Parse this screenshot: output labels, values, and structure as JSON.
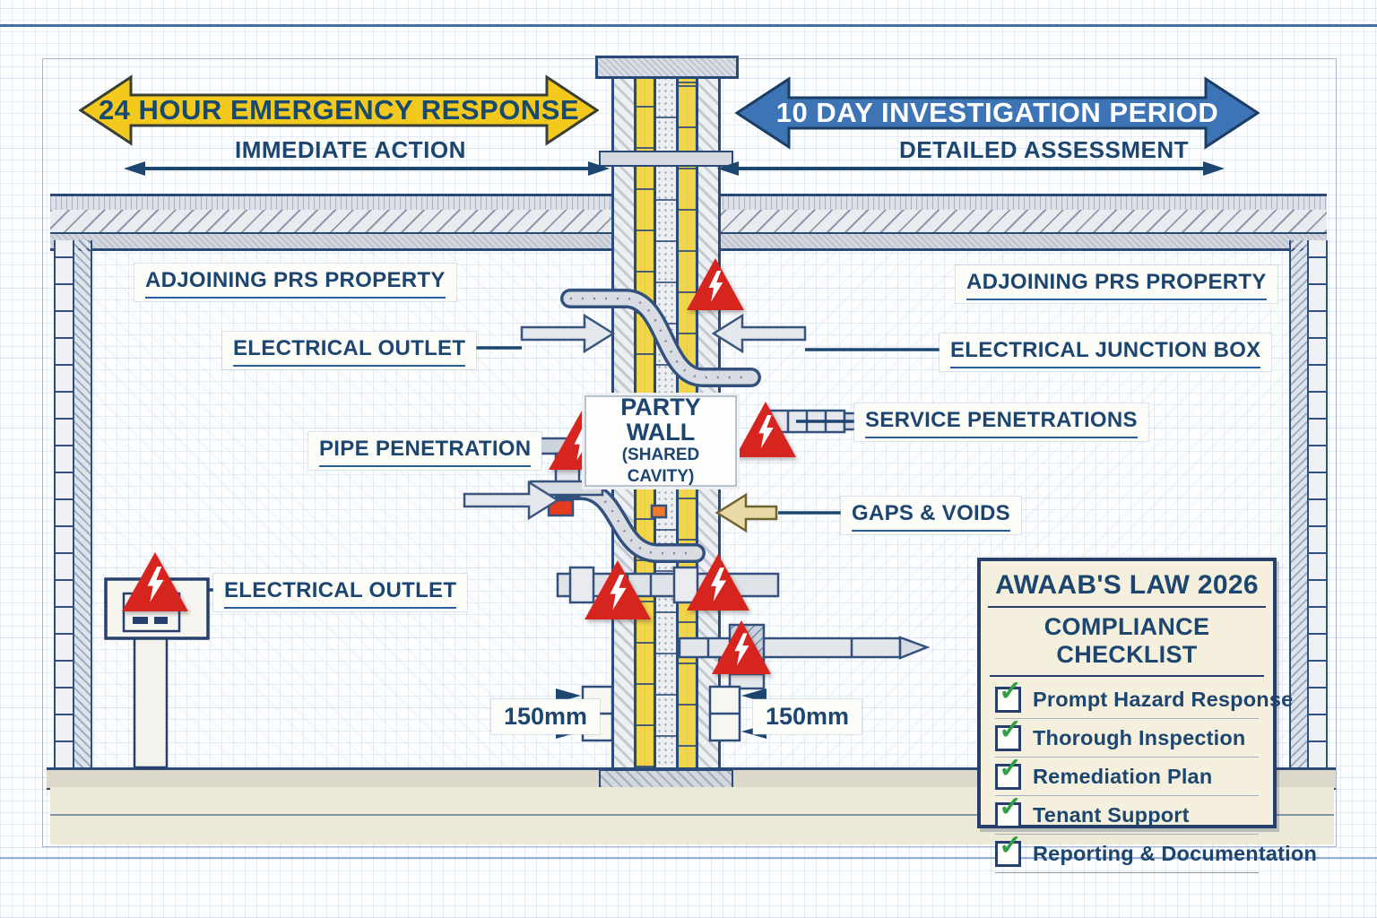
{
  "timeline": {
    "emergency": {
      "label": "24 HOUR EMERGENCY RESPONSE",
      "sublabel": "IMMEDIATE ACTION"
    },
    "investigation province": "",
    "investigation": {
      "label": "10 DAY INVESTIGATION PERIOD",
      "sublabel": "DETAILED ASSESSMENT"
    }
  },
  "diagram_labels": {
    "adjoining_left": "ADJOINING PRS PROPERTY",
    "adjoining_right": "ADJOINING PRS PROPERTY",
    "electrical_outlet_upper": "ELECTRICAL OUTLET",
    "electrical_junction_box": "ELECTRICAL JUNCTION BOX",
    "pipe_penetration": "PIPE PENETRATION",
    "service_penetrations": "SERVICE PENETRATIONS",
    "gaps_voids": "GAPS & VOIDS",
    "electrical_outlet_lower": "ELECTRICAL OUTLET",
    "party_wall": {
      "line1": "PARTY",
      "line2": "WALL",
      "line3": "(SHARED CAVITY)"
    },
    "dimension_left": "150mm",
    "dimension_right": "150mm"
  },
  "checklist": {
    "title": "AWAAB'S LAW 2026",
    "subtitle": "COMPLIANCE CHECKLIST",
    "items": [
      {
        "label": "Prompt Hazard Response",
        "checked": true
      },
      {
        "label": "Thorough Inspection",
        "checked": true
      },
      {
        "label": "Remediation Plan",
        "checked": true
      },
      {
        "label": "Tenant Support",
        "checked": true
      },
      {
        "label": "Reporting & Documentation",
        "checked": true
      }
    ]
  },
  "colors": {
    "navy": "#1c456f",
    "arrow_yellow": "#f4c91d",
    "arrow_blue": "#3d74b6",
    "hazard_red": "#d6251f",
    "check_green": "#2f9e44",
    "insulation_yellow": "#f1d54a",
    "checklist_cream": "#f4f0dd"
  }
}
